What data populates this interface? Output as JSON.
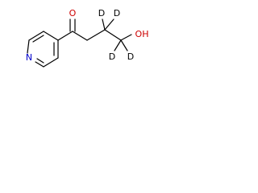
{
  "molecule": {
    "atoms": {
      "nitrogen": "N",
      "oxygen_carbonyl": "O",
      "hydroxyl": "OH",
      "deuterium_1": "D",
      "deuterium_2": "D",
      "deuterium_3": "D",
      "deuterium_4": "D"
    },
    "colors": {
      "bond": "#000000",
      "nitrogen": "#0000cc",
      "oxygen": "#cc0000",
      "label": "#000000"
    }
  }
}
